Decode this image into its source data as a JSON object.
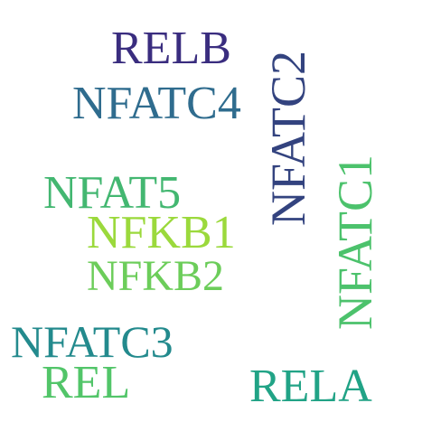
{
  "words": [
    {
      "text": "RELB",
      "color": "#3a2d7f"
    },
    {
      "text": "NFATC4",
      "color": "#2f6c8e"
    },
    {
      "text": "NFATC2",
      "color": "#33437f"
    },
    {
      "text": "NFATC1",
      "color": "#4cc26c"
    },
    {
      "text": "NFAT5",
      "color": "#43b771"
    },
    {
      "text": "NFKB1",
      "color": "#9bd93c"
    },
    {
      "text": "NFKB2",
      "color": "#6ccd5a"
    },
    {
      "text": "NFATC3",
      "color": "#238a8d"
    },
    {
      "text": "REL",
      "color": "#52c569"
    },
    {
      "text": "RELA",
      "color": "#21a386"
    }
  ]
}
